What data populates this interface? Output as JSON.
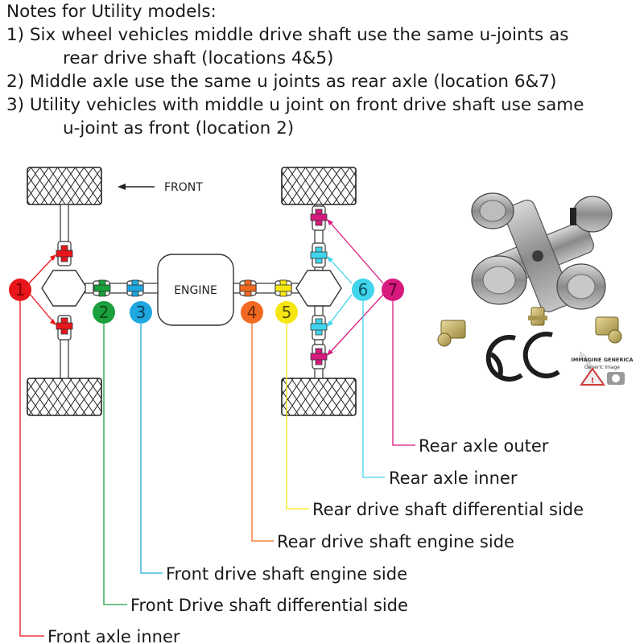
{
  "notes": {
    "heading": "Notes for Utility models:",
    "items": [
      {
        "line1": "1) Six wheel vehicles middle drive shaft use the same u-joints as",
        "line2": "rear drive shaft (locations 4&5)"
      },
      {
        "line1": "2) Middle axle use the same u joints as rear axle (location 6&7)",
        "line2": ""
      },
      {
        "line1": "3) Utility vehicles with middle u joint on front drive shaft use same",
        "line2": "u-joint as front (location 2)"
      }
    ]
  },
  "diagram": {
    "front_label": "FRONT",
    "engine_label": "ENGINE"
  },
  "locations": [
    {
      "num": "1",
      "color": "#e8151b",
      "label": "Front axle inner"
    },
    {
      "num": "2",
      "color": "#1aa03c",
      "label": "Front Drive shaft differential side"
    },
    {
      "num": "3",
      "color": "#1fa7df",
      "label": "Front drive shaft engine side"
    },
    {
      "num": "4",
      "color": "#f26a21",
      "label": "Rear drive shaft engine side"
    },
    {
      "num": "5",
      "color": "#f5e612",
      "label": "Rear drive shaft differential side"
    },
    {
      "num": "6",
      "color": "#3fd5ec",
      "label": "Rear axle inner"
    },
    {
      "num": "7",
      "color": "#d8197e",
      "label": "Rear axle outer"
    }
  ],
  "product_photo": {
    "watermark_line1": "IMMAGINE GENERICA",
    "watermark_line2": "Generic Image"
  }
}
